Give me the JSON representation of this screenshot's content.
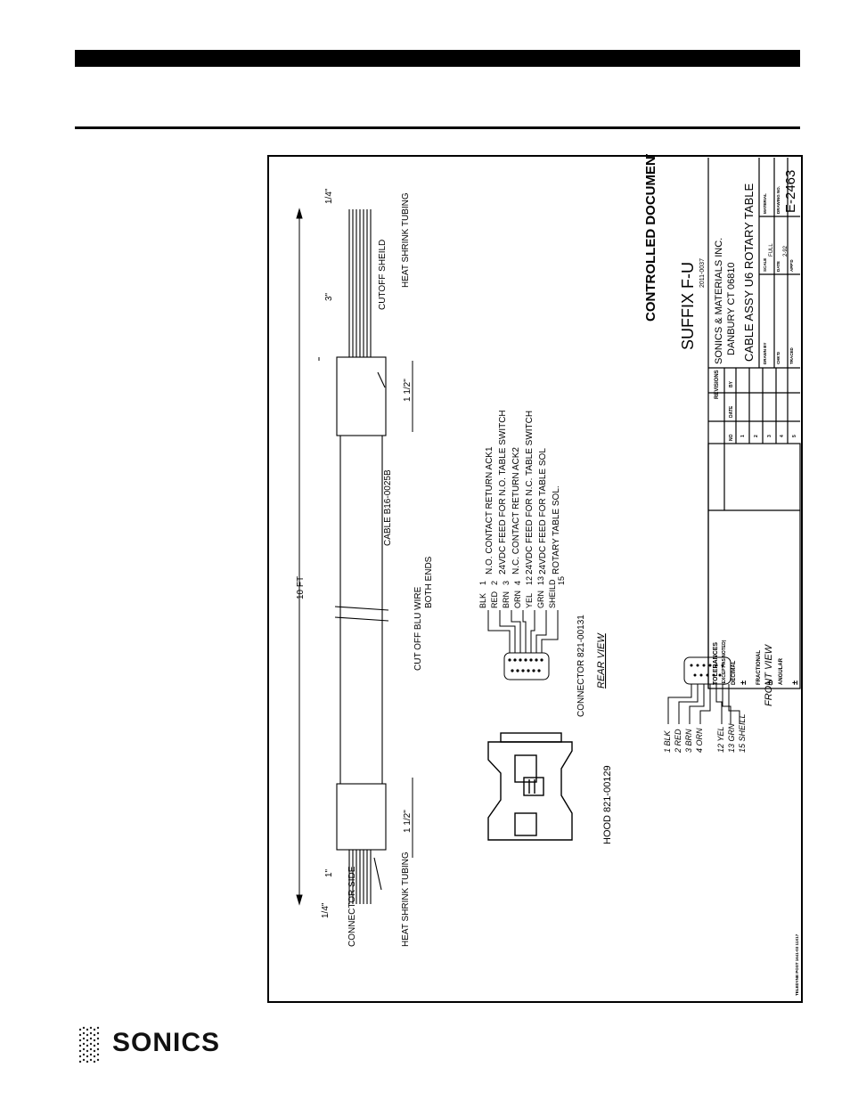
{
  "drawing": {
    "side_label": "CONNECTOR SIDE",
    "heat_shrink_left": "HEAT SHRINK TUBING",
    "heat_shrink_right": "HEAT SHRINK TUBING",
    "cutoff_shield": "CUTOFF SHEILD",
    "cutoff_blu": "CUT OFF BLU WIRE",
    "both_ends": "BOTH ENDS",
    "cable": "CABLE B16-0025B",
    "length_total": "10 FT",
    "dim_quarter_left": "1/4\"",
    "dim_one": "1\"",
    "dim_half_left": "1 1/2\"",
    "dim_half_right": "1 1/2\"",
    "dim_three": "3\"",
    "dim_quarter_right": "1/4\"",
    "hood": "HOOD 821-00129",
    "connector": "CONNECTOR 821-00131",
    "rear_view": "REAR VIEW",
    "front_view": "FRONT VIEW",
    "wires_rear": [
      {
        "label": "BLK",
        "pin": "1"
      },
      {
        "label": "RED",
        "pin": "2"
      },
      {
        "label": "BRN",
        "pin": "3"
      },
      {
        "label": "ORN",
        "pin": "4"
      },
      {
        "label": "YEL",
        "pin": "12"
      },
      {
        "label": "GRN",
        "pin": "13"
      },
      {
        "label": "SHEILD",
        "pin": "15"
      }
    ],
    "wires_front": [
      "1 BLK",
      "2 RED",
      "3 BRN",
      "4 ORN",
      "12 YEL",
      "13 GRN",
      "15 SHEILL"
    ],
    "functions": [
      "N.O. CONTACT RETURN ACK1",
      "24VDC FEED FOR N.O. TABLE SWITCH",
      "N.C. CONTACT RETURN ACK2",
      "24VDC FEED FOR N.C. TABLE SWITCH",
      "24VDC FEED FOR TABLE SOL",
      "ROTARY TABLE SOL."
    ],
    "controlled": "CONTROLLED DOCUMENT",
    "suffix": "SUFFIX F-U",
    "suffix_sub": "2011-0037",
    "footer_print": "TELEDYNE POST 1641-03 11X17"
  },
  "title_block": {
    "tolerances": "TOLERANCES",
    "except_noted": "(EXCEPT AS NOTED)",
    "decimal": "DECIMAL",
    "fractional": "FRACTIONAL",
    "angular": "ANGULAR",
    "pm": "±",
    "revisions": "REVISIONS",
    "rev_no": "NO",
    "rev_date": "DATE",
    "rev_by": "BY",
    "rev_rows": [
      "1",
      "2",
      "3",
      "4",
      "5"
    ],
    "company": "SONICS & MATERIALS INC.",
    "location": "DANBURY CT 06810",
    "title": "CABLE ASSY U6 ROTARY TABLE",
    "drawn_by": "DRAWN BY",
    "chkd": "CHK'D",
    "traced": "TRACED",
    "scale": "SCALE",
    "scale_val": "FULL",
    "date": "DATE",
    "date_val": "2-92",
    "appd": "APP'D",
    "material": "MATERIAL",
    "drawing_no": "DRAWING NO.",
    "drawing_no_val": "E-2463"
  },
  "logo": {
    "text": "SONICS"
  }
}
